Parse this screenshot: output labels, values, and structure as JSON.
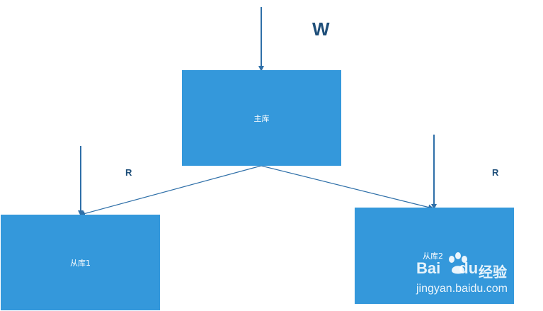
{
  "diagram": {
    "write_label": "W",
    "read_label_left": "R",
    "read_label_right": "R",
    "master": {
      "label": "主库"
    },
    "slave1": {
      "label": "从库1"
    },
    "slave2": {
      "label": "从库2"
    }
  },
  "watermark": {
    "brand_left": "Bai",
    "brand_right": "du",
    "brand_cn": "经验",
    "url": "jingyan.baidu.com"
  },
  "colors": {
    "box_fill": "#3498db",
    "arrow": "#2e6fa8",
    "label": "#1e4e79"
  }
}
